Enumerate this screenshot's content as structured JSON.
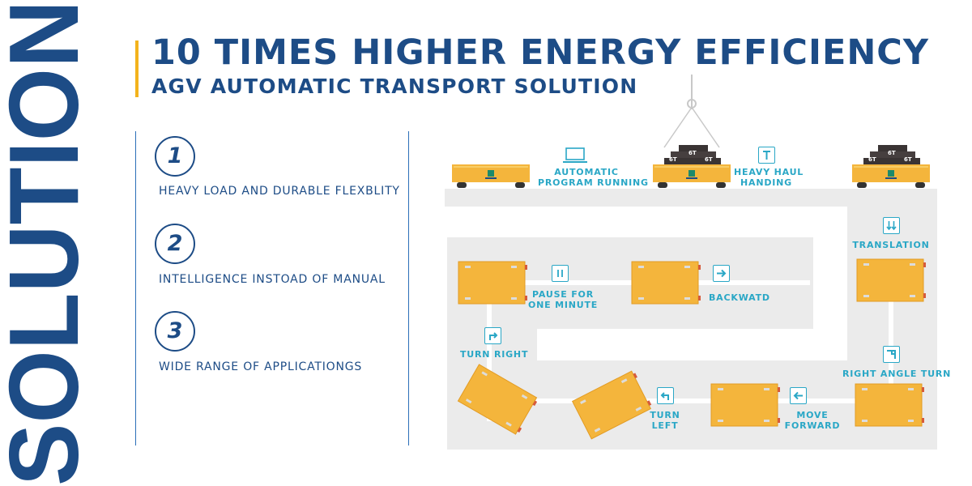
{
  "side_word": "SOLUTION",
  "header": {
    "title": "10 TIMES HIGHER ENERGY EFFICIENCY",
    "subtitle": "AGV AUTOMATIC TRANSPORT SOLUTION"
  },
  "features": [
    {
      "number": "1",
      "text": "HEAVY LOAD AND DURABLE FLEXBLITY"
    },
    {
      "number": "2",
      "text": "INTELLIGENCE INSTOAD OF MANUAL"
    },
    {
      "number": "3",
      "text": "WIDE RANGE OF APPLICATIONGS"
    }
  ],
  "diagram": {
    "labels": {
      "automatic_1": "AUTOMATIC",
      "automatic_2": "PROGRAM RUNNING",
      "heavy_1": "HEAVY HAUL",
      "heavy_2": "HANDING",
      "translation": "TRANSLATION",
      "right_angle": "RIGHT ANGLE TURN",
      "pause_1": "PAUSE FOR",
      "pause_2": "ONE MINUTE",
      "backward": "BACKWATD",
      "turn_right": "TURN RIGHT",
      "turn_left_1": "TURN",
      "turn_left_2": "LEFT",
      "move_1": "MOVE",
      "move_2": "FORWARD"
    },
    "weight_label": "6T",
    "colors": {
      "cart": "#f4b53c",
      "track": "#ebebeb",
      "accent": "#2aa7c6",
      "navy": "#1d4c86",
      "gold": "#f3b31c"
    },
    "icons": [
      "laptop-icon",
      "hook-icon",
      "pause-icon",
      "arrow-right-icon",
      "turn-right-icon",
      "turn-left-icon",
      "arrow-left-icon",
      "translation-arrows-icon",
      "right-angle-turn-icon"
    ]
  }
}
